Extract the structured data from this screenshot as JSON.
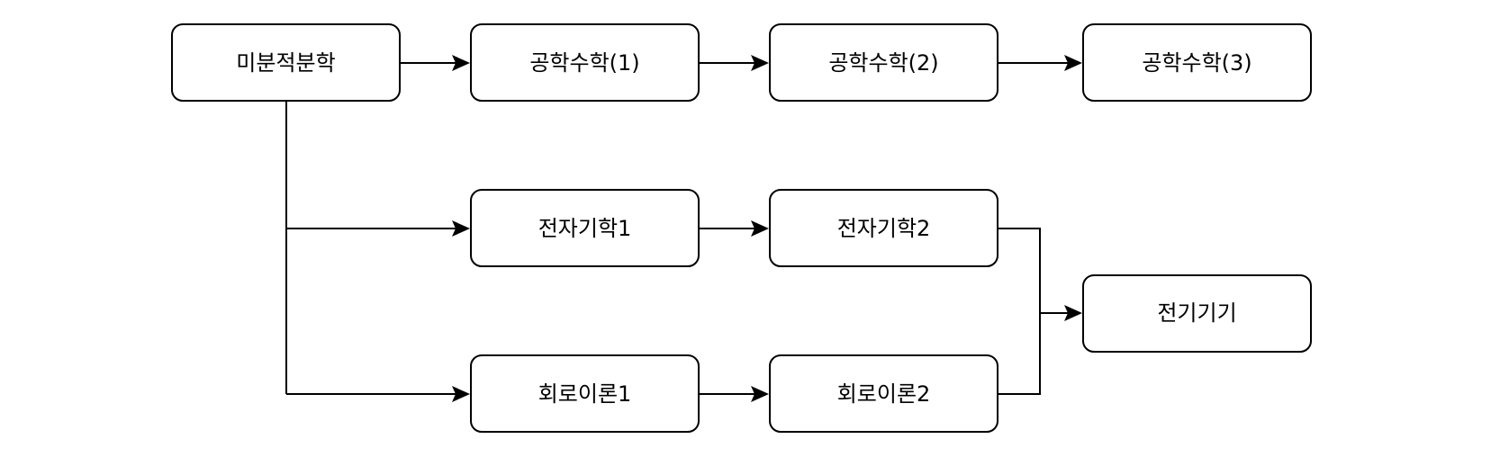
{
  "nodes": {
    "calculus": "미분적분학",
    "eng_math_1": "공학수학(1)",
    "eng_math_2": "공학수학(2)",
    "eng_math_3": "공학수학(3)",
    "electromagnetics_1": "전자기학1",
    "electromagnetics_2": "전자기학2",
    "electric_machines": "전기기기",
    "circuit_theory_1": "회로이론1",
    "circuit_theory_2": "회로이론2"
  },
  "edges": [
    {
      "from": "calculus",
      "to": "eng_math_1"
    },
    {
      "from": "eng_math_1",
      "to": "eng_math_2"
    },
    {
      "from": "eng_math_2",
      "to": "eng_math_3"
    },
    {
      "from": "calculus",
      "to": "electromagnetics_1"
    },
    {
      "from": "calculus",
      "to": "circuit_theory_1"
    },
    {
      "from": "electromagnetics_1",
      "to": "electromagnetics_2"
    },
    {
      "from": "circuit_theory_1",
      "to": "circuit_theory_2"
    },
    {
      "from": "electromagnetics_2",
      "to": "electric_machines"
    },
    {
      "from": "circuit_theory_2",
      "to": "electric_machines"
    }
  ]
}
